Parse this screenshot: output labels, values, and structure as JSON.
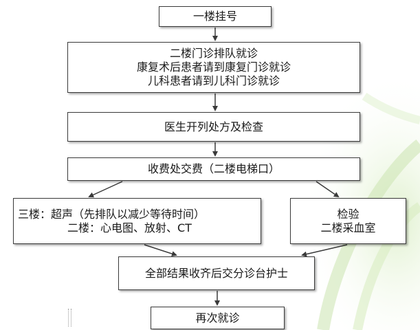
{
  "nodes": {
    "n1": "一楼挂号",
    "n2": [
      "二楼门诊排队就诊",
      "康复术后患者请到康复门诊就诊",
      "儿科患者请到儿科门诊就诊"
    ],
    "n3": "医生开列处方及检查",
    "n4": "收费处交费（二楼电梯口）",
    "n5": [
      "三楼：超声（先排队以减少等待时间）",
      "二楼：心电图、放射、CT"
    ],
    "n6": [
      "检验",
      "二楼采血室"
    ],
    "n7": "全部结果收齐后交分诊台护士",
    "n8": "再次就诊"
  }
}
